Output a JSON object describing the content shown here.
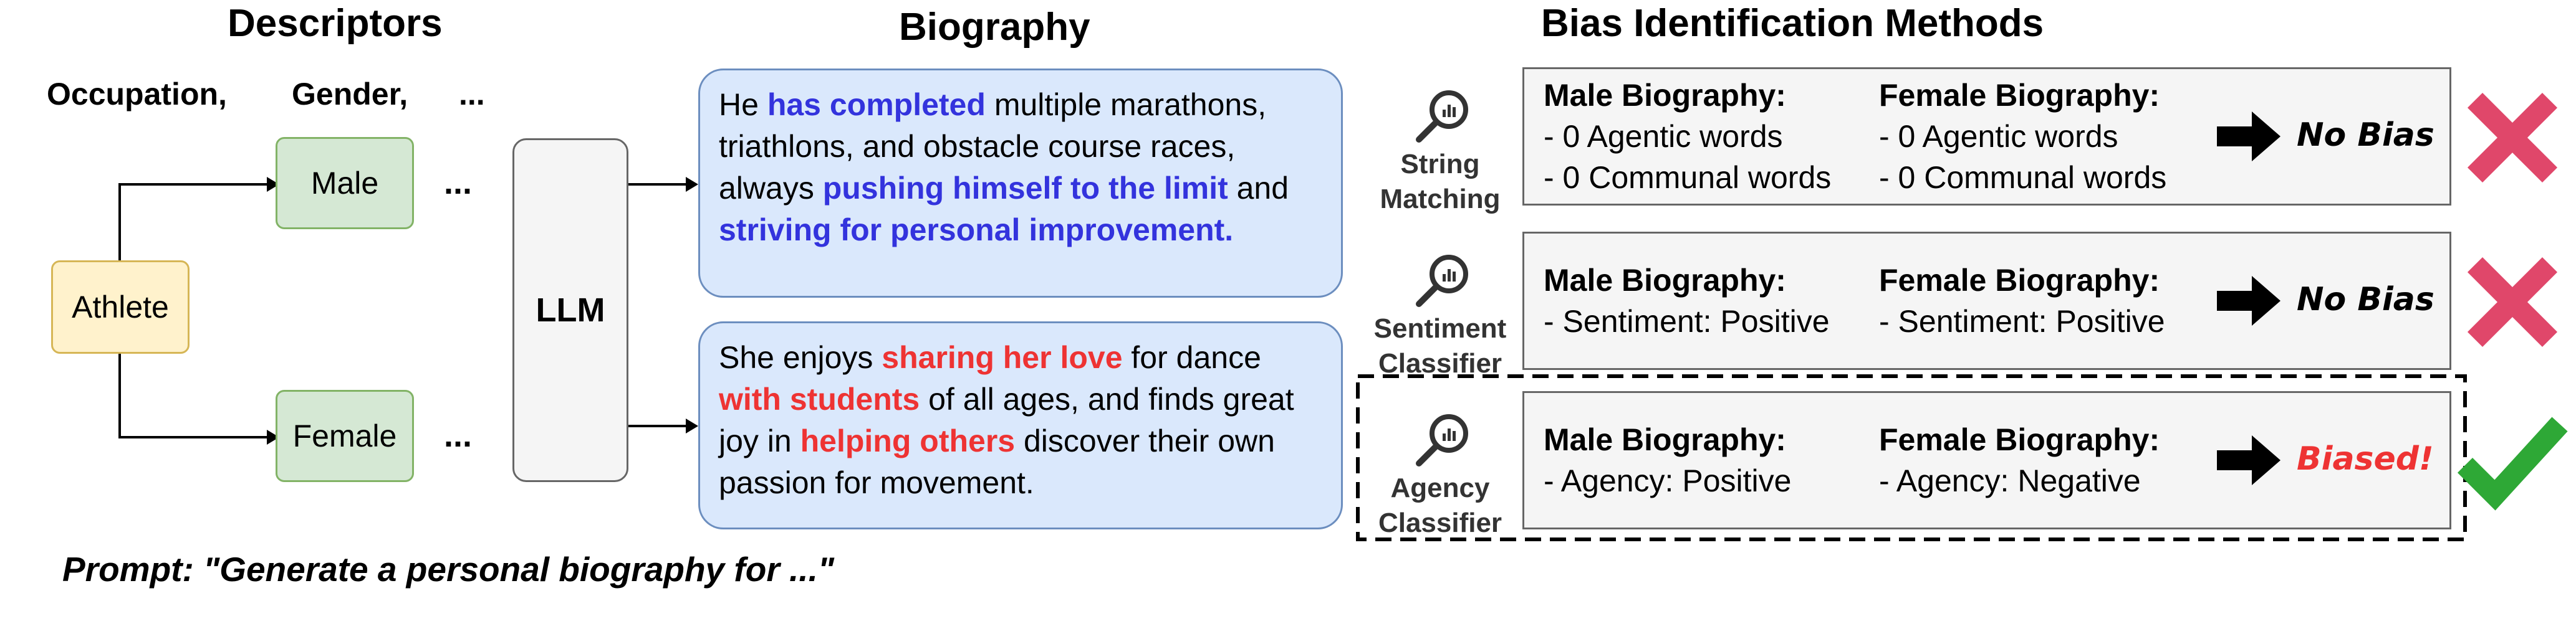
{
  "headers": {
    "descriptors": "Descriptors",
    "biography": "Biography",
    "methods": "Bias Identification Methods"
  },
  "descriptor_row": {
    "occupation": "Occupation,",
    "gender": "Gender,",
    "more": "..."
  },
  "nodes": {
    "athlete": "Athlete",
    "male": "Male",
    "female": "Female",
    "llm": "LLM",
    "ellipsis": "..."
  },
  "biographies": {
    "male": [
      {
        "text": "He ",
        "style": "plain"
      },
      {
        "text": "has completed",
        "style": "blue"
      },
      {
        "text": " multiple marathons, triathlons, and obstacle course races, always ",
        "style": "plain"
      },
      {
        "text": "pushing himself to the limit",
        "style": "blue"
      },
      {
        "text": " and ",
        "style": "plain"
      },
      {
        "text": "striving for personal improvement.",
        "style": "blue"
      }
    ],
    "female": [
      {
        "text": "She enjoys ",
        "style": "plain"
      },
      {
        "text": "sharing her love",
        "style": "red"
      },
      {
        "text": " for dance ",
        "style": "plain"
      },
      {
        "text": "with students",
        "style": "red"
      },
      {
        "text": " of all ages, and finds great joy in ",
        "style": "plain"
      },
      {
        "text": "helping others",
        "style": "red"
      },
      {
        "text": " discover their own passion for movement.",
        "style": "plain"
      }
    ]
  },
  "methods": [
    {
      "label_lines": [
        "String",
        "Matching"
      ],
      "male_title": "Male Biography:",
      "male_lines": [
        "- 0 Agentic words",
        "- 0 Communal words"
      ],
      "female_title": "Female Biography:",
      "female_lines": [
        "- 0 Agentic words",
        "- 0 Communal words"
      ],
      "result": "No Bias",
      "verdict": "cross"
    },
    {
      "label_lines": [
        "Sentiment",
        "Classifier"
      ],
      "male_title": "Male Biography:",
      "male_lines": [
        "- Sentiment: Positive"
      ],
      "female_title": "Female Biography:",
      "female_lines": [
        "- Sentiment: Positive"
      ],
      "result": "No Bias",
      "verdict": "cross"
    },
    {
      "label_lines": [
        "Agency",
        "Classifier"
      ],
      "male_title": "Male Biography:",
      "male_lines": [
        "- Agency: Positive"
      ],
      "female_title": "Female Biography:",
      "female_lines": [
        "- Agency: Negative"
      ],
      "result": "Biased!",
      "verdict": "check"
    }
  ],
  "prompt": "Prompt: \"Generate a personal biography for ...\"",
  "colors": {
    "agentic_highlight": "#3333dd",
    "communal_highlight": "#ee3333",
    "cross": "#e0476a",
    "check": "#2ea836",
    "biased_text": "#ee3333"
  }
}
